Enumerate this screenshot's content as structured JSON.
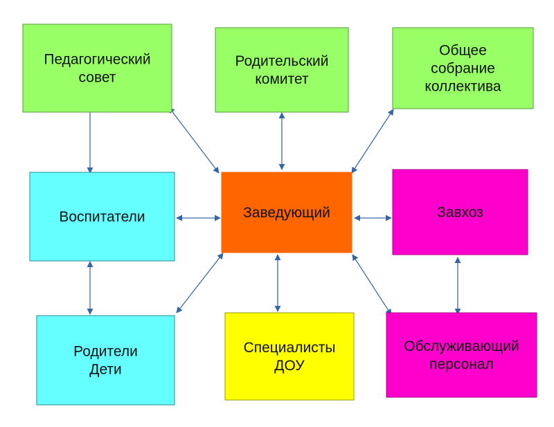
{
  "colors": {
    "green": "#99ff66",
    "cyan": "#66ffff",
    "orange": "#ff6600",
    "magenta": "#ff00cc",
    "yellow": "#ffff00",
    "arrow": "#3465a4"
  },
  "nodes": {
    "ped_sovet": [
      "Педагогический",
      "совет"
    ],
    "rod_komitet": [
      "Родительский",
      "комитет"
    ],
    "obshee": [
      "Общее",
      "собрание",
      "коллектива"
    ],
    "vospitateli": [
      "Воспитатели"
    ],
    "zaveduyushiy": [
      "Заведующий"
    ],
    "zavhoz": [
      "Завхоз"
    ],
    "roditeli": [
      "Родители",
      "Дети"
    ],
    "specialisty": [
      "Специалисты",
      "ДОУ"
    ],
    "obsluzh": [
      "Обслуживающий",
      "персонал"
    ]
  }
}
